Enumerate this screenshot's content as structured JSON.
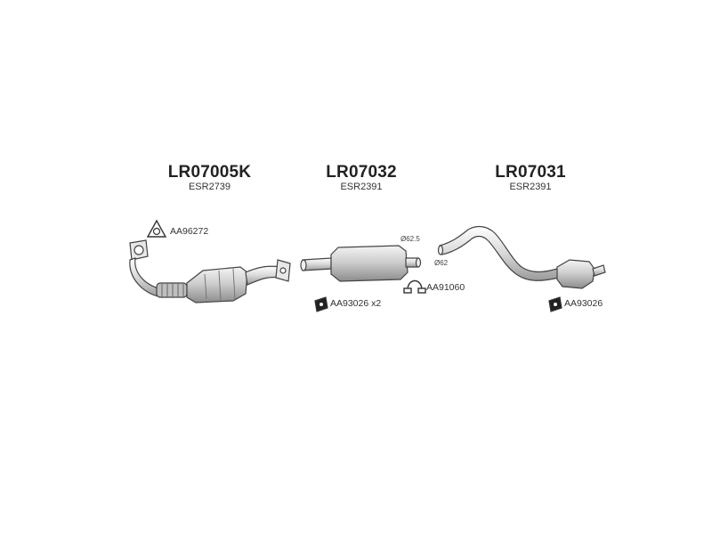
{
  "parts": [
    {
      "code": "LR07005K",
      "ref": "ESR2739"
    },
    {
      "code": "LR07032",
      "ref": "ESR2391"
    },
    {
      "code": "LR07031",
      "ref": "ESR2391"
    }
  ],
  "accessories": {
    "gasket": "AA96272",
    "mount_front": "AA93026 x2",
    "clamp": "AA91060",
    "mount_rear": "AA93026"
  },
  "dimensions": {
    "middle_outlet": "Ø62.5",
    "rear_inlet": "Ø62"
  }
}
